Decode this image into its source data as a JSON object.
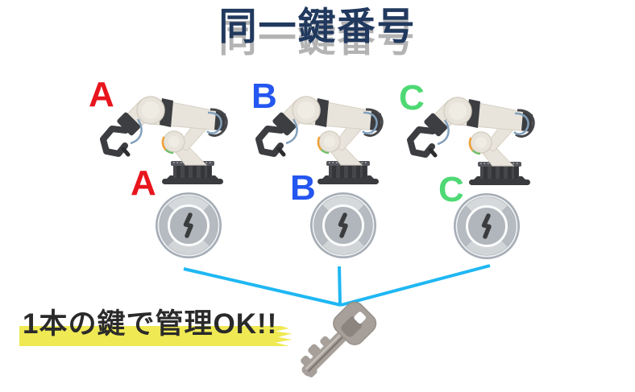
{
  "title": {
    "text": "同一鍵番号"
  },
  "colors": {
    "title": "#21395e",
    "title_shadow": "#b3b3b3",
    "connector": "#1fb7f3",
    "highlight": "#efe954",
    "caption_text": "#2a2a2a"
  },
  "machines": [
    {
      "name": "A",
      "arm_label": "A",
      "lock_label": "A",
      "color": "#e8151d"
    },
    {
      "name": "B",
      "arm_label": "B",
      "lock_label": "B",
      "color": "#2456f0"
    },
    {
      "name": "C",
      "arm_label": "C",
      "lock_label": "C",
      "color": "#4ed974"
    }
  ],
  "caption": {
    "text": "1本の鍵で管理OK!!"
  }
}
